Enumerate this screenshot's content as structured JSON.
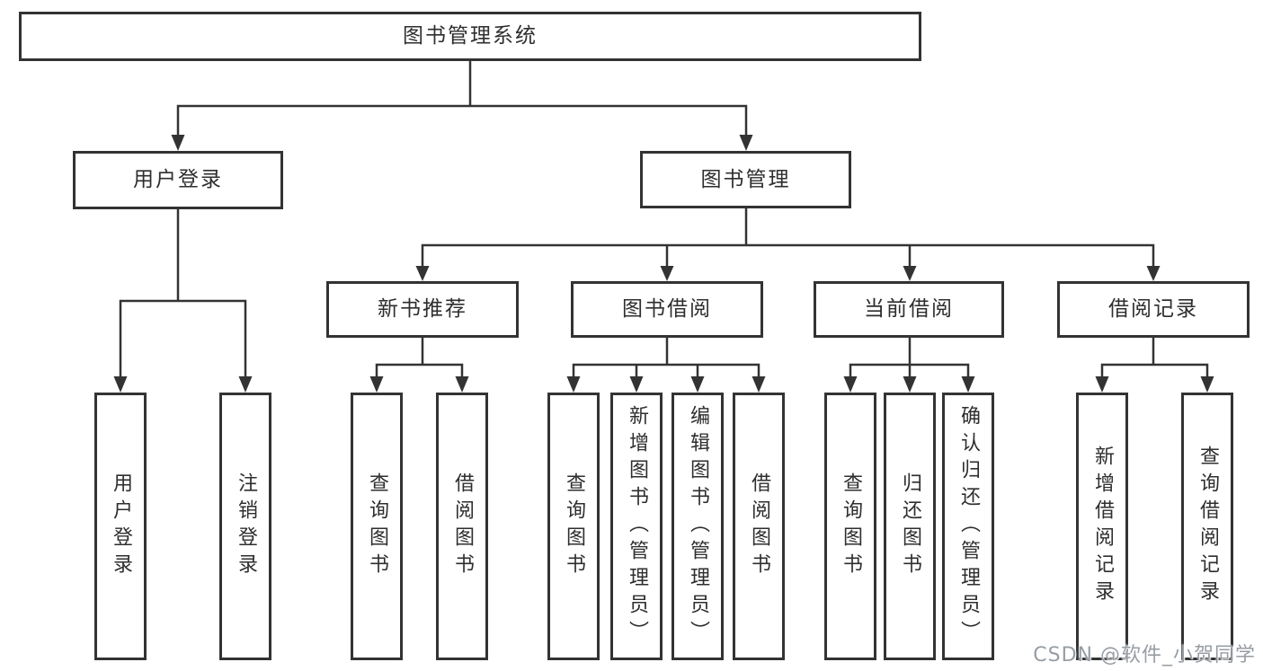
{
  "tree": {
    "root": {
      "label": "图书管理系统",
      "children": [
        {
          "label": "用户登录",
          "children": [
            {
              "label": "用户登录"
            },
            {
              "label": "注销登录"
            }
          ]
        },
        {
          "label": "图书管理",
          "children": [
            {
              "label": "新书推荐",
              "children": [
                {
                  "label": "查询图书"
                },
                {
                  "label": "借阅图书"
                }
              ]
            },
            {
              "label": "图书借阅",
              "children": [
                {
                  "label": "查询图书"
                },
                {
                  "label": "新增图书（管理员）"
                },
                {
                  "label": "编辑图书（管理员）"
                },
                {
                  "label": "借阅图书"
                }
              ]
            },
            {
              "label": "当前借阅",
              "children": [
                {
                  "label": "查询图书"
                },
                {
                  "label": "归还图书"
                },
                {
                  "label": "确认归还（管理员）"
                }
              ]
            },
            {
              "label": "借阅记录",
              "children": [
                {
                  "label": "新增借阅记录"
                },
                {
                  "label": "查询借阅记录"
                }
              ]
            }
          ]
        }
      ]
    }
  },
  "watermark": "CSDN @软件_小贺同学",
  "colors": {
    "line": "#333333",
    "box_border": "#333333",
    "box_fill": "#ffffff",
    "text": "#2e2e2e",
    "watermark": "#979da3",
    "background": "#ffffff"
  }
}
